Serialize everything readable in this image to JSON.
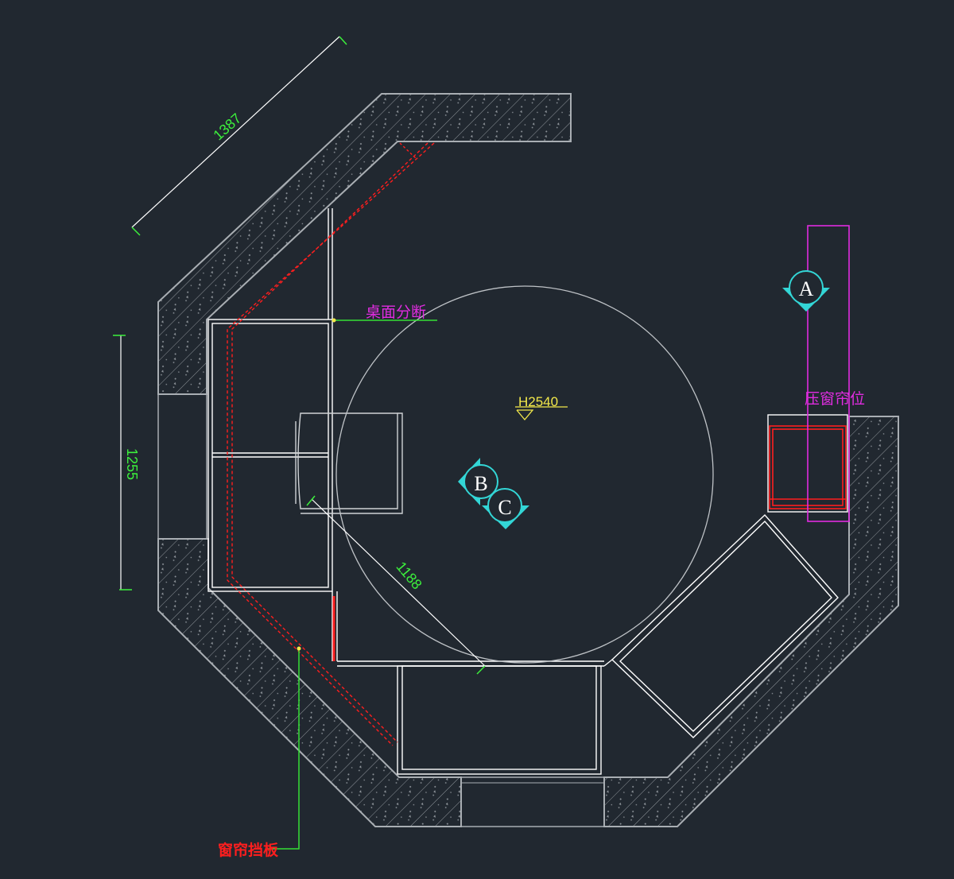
{
  "drawing": {
    "colors": {
      "background": "#212830",
      "wall": "#a9aeb3",
      "furniture": "#ffffff",
      "dimension_line": "#ffffff",
      "dimension_text": "#3cf03c",
      "leader": "#35e035",
      "curtain_red": "#ff1e1e",
      "magenta": "#e02ce0",
      "cyan": "#33d6d6",
      "yellow": "#f2e84a"
    },
    "dimensions": {
      "top_diagonal": "1387",
      "left_vertical": "1255",
      "radius": "1188"
    },
    "labels": {
      "desk_break": "桌面分断",
      "curtain_position": "压窗帘位",
      "curtain_baffle": "窗帘挡板",
      "ceiling_height": "H2540"
    },
    "markers": {
      "a": "A",
      "b": "B",
      "c": "C"
    }
  }
}
